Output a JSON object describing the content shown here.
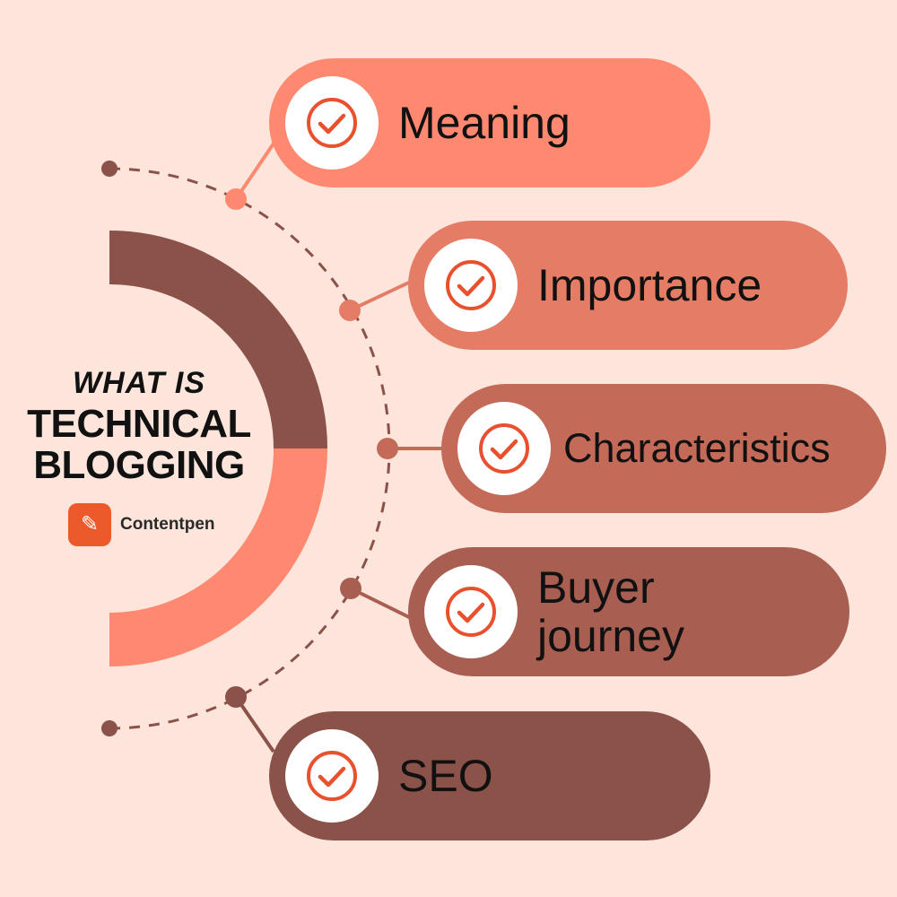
{
  "title": {
    "line1": "WHAT IS",
    "line2": "TECHNICAL",
    "line3": "BLOGGING"
  },
  "brand": {
    "name": "Contentpen",
    "logo_icon": "pen-sparkle-icon"
  },
  "items": [
    {
      "label": "Meaning",
      "color": "#ff8970",
      "icon": "check-circle-icon"
    },
    {
      "label": "Importance",
      "color": "#e57c66",
      "icon": "check-circle-icon"
    },
    {
      "label": "Characteristics",
      "color": "#c46a58",
      "icon": "check-circle-icon"
    },
    {
      "label": "Buyer journey",
      "color": "#a85f52",
      "icon": "check-circle-icon"
    },
    {
      "label": "SEO",
      "color": "#8a5248",
      "icon": "check-circle-icon"
    }
  ],
  "colors": {
    "background": "#fde5dc",
    "arc_dark": "#8a5248",
    "arc_light": "#ff8970",
    "check": "#e8502e",
    "dashed_line": "#8a5248"
  }
}
